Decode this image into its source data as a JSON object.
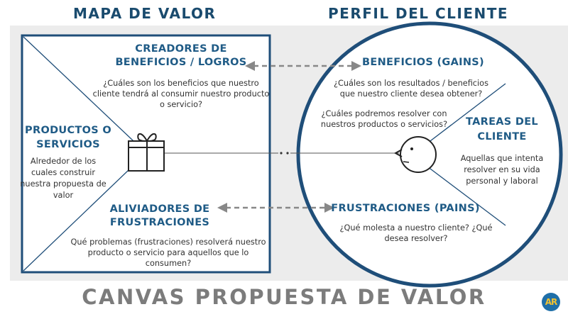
{
  "header": {
    "left_title": "MAPA DE VALOR",
    "right_title": "PERFIL DEL CLIENTE"
  },
  "value_map": {
    "gain_creators": {
      "title": "CREADORES DE BENEFICIOS / LOGROS",
      "question": "¿Cuáles son los beneficios que nuestro cliente tendrá al consumir nuestro producto o servicio?"
    },
    "products": {
      "title": "PRODUCTOS O SERVICIOS",
      "description": "Alrededor de los cuales construir nuestra propuesta de valor"
    },
    "pain_relievers": {
      "title": "ALIVIADORES DE FRUSTRACIONES",
      "question": "Qué problemas (frustraciones) resolverá nuestro producto o servicio para aquellos que lo consumen?"
    }
  },
  "customer_profile": {
    "gains": {
      "title": "BENEFICIOS (GAINS)",
      "question_1": "¿Cuáles son los resultados / beneficios que nuestro cliente desea obtener?",
      "question_2": "¿Cuáles podremos resolver con nuestros productos o servicios?"
    },
    "jobs": {
      "title": "TAREAS DEL CLIENTE",
      "description": "Aquellas que intenta resolver en su vida personal y laboral"
    },
    "pains": {
      "title": "FRUSTRACIONES (PAINS)",
      "question": "¿Qué molesta a nuestro cliente? ¿Qué desea resolver?"
    }
  },
  "footer": {
    "title": "CANVAS PROPUESTA DE VALOR",
    "logo_text": "AR"
  },
  "icons": {
    "gift": "gift-icon",
    "face": "customer-face-icon"
  },
  "colors": {
    "frame": "#1f4e79",
    "title_blue": "#1f5b86",
    "header_blue": "#1a4b6e",
    "background_panel": "#ececec",
    "arrow": "#888888",
    "footer_gray": "#7c7c7c"
  }
}
